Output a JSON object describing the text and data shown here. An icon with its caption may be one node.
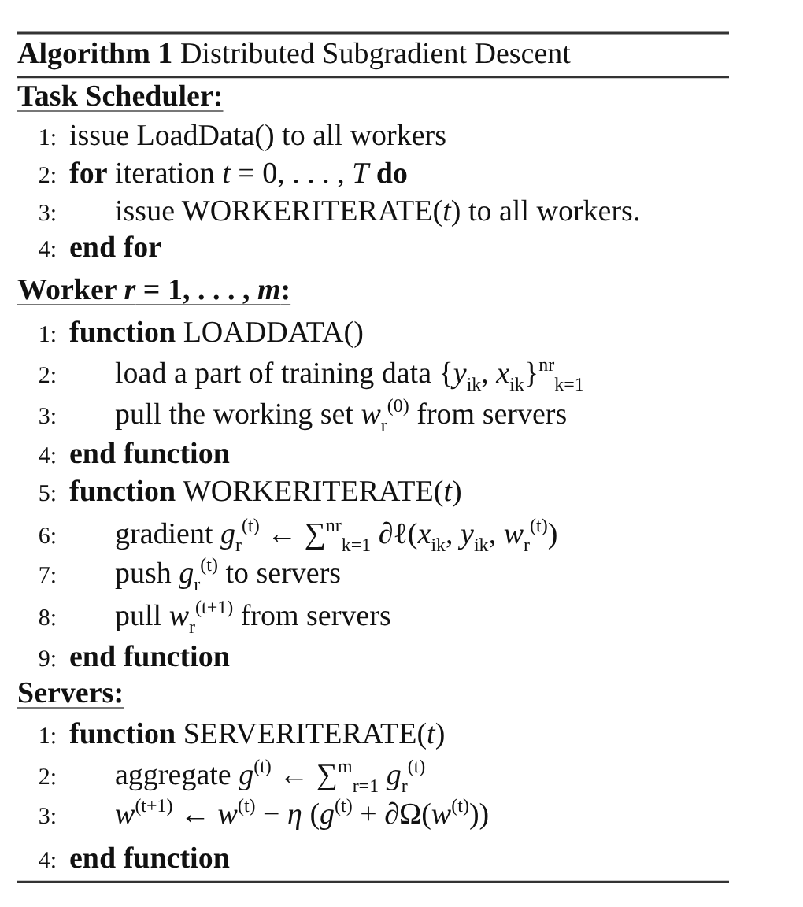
{
  "diagram": {
    "title": "**Algorithm 1** Distributed Subgradient Descent",
    "labels": [
      "Task Scheduler:",
      "1:",
      "issue LoadData() to all workers",
      "2:",
      "**for** iteration *t* = 0, . . . , *T* **do**",
      "3:",
      "issue WORKERITERATE(*t*) to all workers.",
      "4:",
      "end for",
      "Worker *r* = 1, . . . , *m*:",
      "1:",
      "**function** LOADDATA()",
      "2:",
      "load a part of training data {*y*$_{ik}$, *x*$_{ik}$}$^{nr}$$_{k=1}$",
      "3:",
      "pull the working set *w*$_{r}$$^{(0)}$ from servers",
      "4:",
      "end function",
      "5:",
      "**function** WORKERITERATE(*t*)",
      "6:",
      "gradient *g*$_{r}$$^{(t)}$ ← ∑$^{nr}$$_{k=1}$ ∂ℓ(*x*$_{ik}$, *y*$_{ik}$, *w*$_{r}$$^{(t)}$)",
      "7:",
      "push *g*$_{r}$$^{(t)}$ to servers",
      "8:",
      "pull *w*$_{r}$$^{(t+1)}$ from servers",
      "9:",
      "end function",
      "Servers:",
      "1:",
      "**function** SERVERITERATE(*t*)",
      "2:",
      "aggregate *g*$^{(t)}$ ← ∑$^{m}$$_{r=1}$ *g*$_{r}$$^{(t)}$",
      "3:",
      "*w*$^{(t+1)}$ ← *w*$^{(t)}$ − *η* (*g*$^{(t)}$ + ∂Ω(*w*$^{(t)}$))",
      "4:",
      "end function"
    ]
  }
}
